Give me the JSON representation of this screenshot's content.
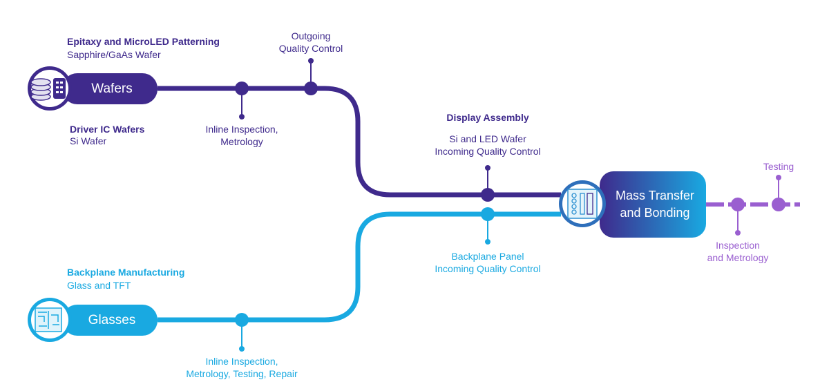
{
  "wafers": {
    "pill_label": "Wafers",
    "heading": "Epitaxy and MicroLED Patterning",
    "subheading": "Sapphire/GaAs Wafer",
    "driver_heading": "Driver IC Wafers",
    "driver_sub": "Si Wafer"
  },
  "wafer_line": {
    "inline_line1": "Inline Inspection,",
    "inline_line2": "Metrology",
    "outgoing_line1": "Outgoing",
    "outgoing_line2": "Quality Control"
  },
  "display": {
    "heading": "Display Assembly",
    "iqc_line1": "Si and LED Wafer",
    "iqc_line2": "Incoming Quality Control"
  },
  "glasses": {
    "pill_label": "Glasses",
    "heading": "Backplane Manufacturing",
    "subheading": "Glass and TFT",
    "inline_line1": "Inline Inspection,",
    "inline_line2": "Metrology, Testing, Repair"
  },
  "backplane": {
    "iqc_line1": "Backplane Panel",
    "iqc_line2": "Incoming Quality Control"
  },
  "mass_transfer": {
    "label_line1": "Mass Transfer",
    "label_line2": "and Bonding"
  },
  "output": {
    "testing": "Testing",
    "inspection_line1": "Inspection",
    "inspection_line2": "and Metrology"
  },
  "colors": {
    "purple": "#3f2a8c",
    "cyan": "#19a9e1",
    "violet": "#9a5fd0"
  },
  "icons": [
    "wafer-stack-icon",
    "glass-panel-icon",
    "transfer-chip-icon"
  ]
}
